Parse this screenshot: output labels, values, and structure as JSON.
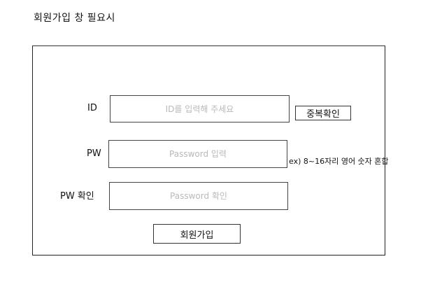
{
  "page": {
    "title": "회원가입 창 필요시"
  },
  "form": {
    "id_label": "ID",
    "id_placeholder": "ID를 입력해 주세요",
    "id_value": "",
    "duplicate_check_label": "중복확인",
    "pw_label": "PW",
    "pw_placeholder": "Password 입력",
    "pw_value": "",
    "pw_hint": "ex) 8~16자리 영어 숫자 혼합",
    "pw_confirm_label": "PW 확인",
    "pw_confirm_placeholder": "Password 확인",
    "pw_confirm_value": "",
    "submit_label": "회원가입"
  }
}
